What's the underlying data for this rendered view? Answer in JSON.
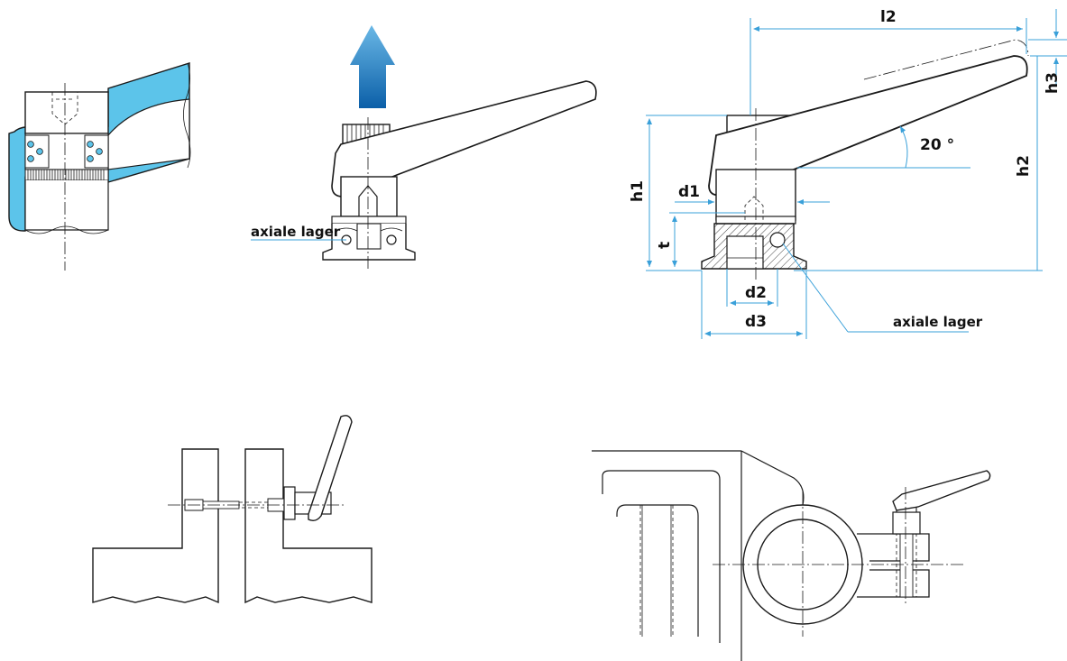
{
  "labels": {
    "axial_bearing_left": "axiale lager",
    "axial_bearing_right": "axiale lager"
  },
  "dimensions": {
    "l2": "l2",
    "h3": "h3",
    "h2": "h2",
    "h1": "h1",
    "d1": "d1",
    "t": "t",
    "d2": "d2",
    "d3": "d3",
    "angle": "20 °"
  },
  "colors": {
    "blue_fill": "#5cc4ea",
    "arrow_top": "#4aa0dc",
    "arrow_bottom": "#0b5fa8",
    "dimension_line": "#3aa0d9"
  }
}
